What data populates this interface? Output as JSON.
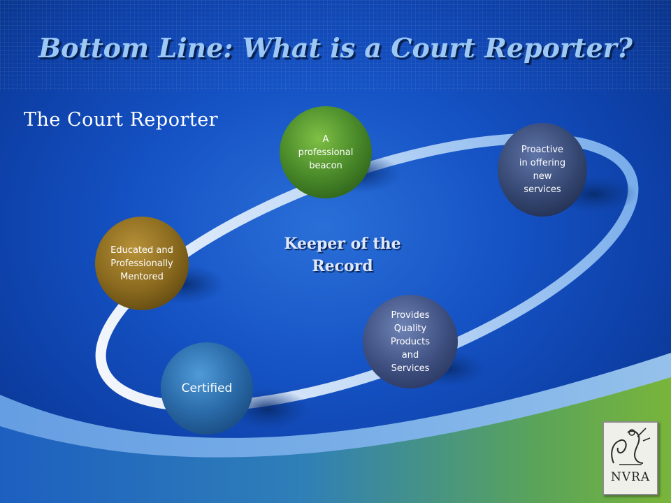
{
  "slide": {
    "title": "Bottom Line: What is a Court Reporter?",
    "subtitle": "The Court Reporter",
    "center": {
      "line1": "Keeper of the",
      "line2": "Record"
    }
  },
  "nodes": [
    {
      "id": "beacon",
      "label": "A professional beacon",
      "color": "#4a8a2a"
    },
    {
      "id": "proactive",
      "label": "Proactive in offering new services",
      "color": "#3e4f80"
    },
    {
      "id": "educated",
      "label": "Educated and Professionally Mentored",
      "color": "#8a6a1e"
    },
    {
      "id": "quality",
      "label": "Provides Quality Products and Services",
      "color": "#3e4f80"
    },
    {
      "id": "certified",
      "label": "Certified",
      "color": "#2a6aa8"
    }
  ],
  "logo": {
    "text": "NVRA",
    "icon": "court-reporter-logo-icon"
  }
}
